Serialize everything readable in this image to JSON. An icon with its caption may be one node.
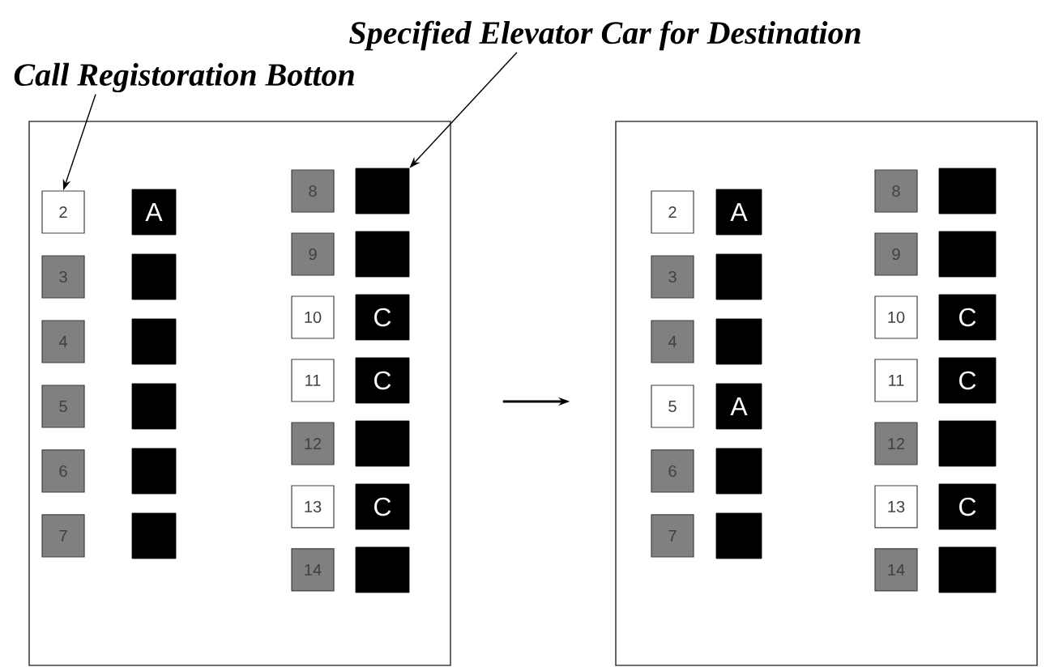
{
  "diagram": {
    "nodes": [
      {
        "text": [
          "Specified Elevator Car for Destination"
        ]
      },
      {
        "text": [
          "Call Registoration Botton"
        ]
      },
      {
        "text": [],
        "shape": "box"
      },
      {
        "text": [
          "2"
        ],
        "in": 2
      },
      {
        "text": [
          "A"
        ],
        "in": 2
      },
      {
        "text": [
          "3"
        ],
        "in": 2
      },
      {
        "text": [],
        "shape": "box",
        "in": 2
      },
      {
        "text": [
          "4"
        ],
        "in": 2
      },
      {
        "text": [],
        "shape": "box",
        "in": 2
      },
      {
        "text": [
          "5"
        ],
        "in": 2
      },
      {
        "text": [],
        "shape": "box",
        "in": 2
      },
      {
        "text": [
          "6"
        ],
        "in": 2
      },
      {
        "text": [],
        "shape": "box",
        "in": 2
      },
      {
        "text": [
          "7"
        ],
        "in": 2
      },
      {
        "text": [],
        "shape": "box",
        "in": 2
      },
      {
        "text": [
          "8"
        ],
        "in": 2
      },
      {
        "text": [],
        "shape": "box",
        "in": 2
      },
      {
        "text": [
          "9"
        ],
        "in": 2
      },
      {
        "text": [],
        "shape": "box",
        "in": 2
      },
      {
        "text": [
          "10"
        ],
        "in": 2
      },
      {
        "text": [
          "C"
        ],
        "in": 2
      },
      {
        "text": [
          "11"
        ],
        "in": 2
      },
      {
        "text": [
          "C"
        ],
        "in": 2
      },
      {
        "text": [
          "12"
        ],
        "in": 2
      },
      {
        "text": [],
        "shape": "box",
        "in": 2
      },
      {
        "text": [
          "13"
        ],
        "in": 2
      },
      {
        "text": [
          "C"
        ],
        "in": 2
      },
      {
        "text": [
          "14"
        ],
        "in": 2
      },
      {
        "text": [],
        "shape": "box",
        "in": 2
      },
      {
        "text": [],
        "shape": "box"
      },
      {
        "text": [
          "2"
        ],
        "in": 29
      },
      {
        "text": [
          "A"
        ],
        "in": 29
      },
      {
        "text": [
          "3"
        ],
        "in": 29
      },
      {
        "text": [],
        "shape": "box",
        "in": 29
      },
      {
        "text": [
          "4"
        ],
        "in": 29
      },
      {
        "text": [],
        "shape": "box",
        "in": 29
      },
      {
        "text": [
          "5"
        ],
        "in": 29
      },
      {
        "text": [
          "A"
        ],
        "in": 29
      },
      {
        "text": [
          "6"
        ],
        "in": 29
      },
      {
        "text": [],
        "shape": "box",
        "in": 29
      },
      {
        "text": [
          "7"
        ],
        "in": 29
      },
      {
        "text": [],
        "shape": "box",
        "in": 29
      },
      {
        "text": [
          "8"
        ],
        "in": 29
      },
      {
        "text": [],
        "shape": "box",
        "in": 29
      },
      {
        "text": [
          "9"
        ],
        "in": 29
      },
      {
        "text": [],
        "shape": "box",
        "in": 29
      },
      {
        "text": [
          "10"
        ],
        "in": 29
      },
      {
        "text": [
          "C"
        ],
        "in": 29
      },
      {
        "text": [
          "11"
        ],
        "in": 29
      },
      {
        "text": [
          "C"
        ],
        "in": 29
      },
      {
        "text": [
          "12"
        ],
        "in": 29
      },
      {
        "text": [],
        "shape": "box",
        "in": 29
      },
      {
        "text": [
          "13"
        ],
        "in": 29
      },
      {
        "text": [
          "C"
        ],
        "in": 29
      },
      {
        "text": [
          "14"
        ],
        "in": 29
      },
      {
        "text": [],
        "shape": "box",
        "in": 29
      }
    ],
    "edges": [
      {
        "from": 1,
        "to": 3,
        "arrow": "to"
      },
      {
        "from": 0,
        "to": 16,
        "arrow": "to"
      },
      {
        "from": 2,
        "to": 29,
        "arrow": "to"
      }
    ]
  }
}
